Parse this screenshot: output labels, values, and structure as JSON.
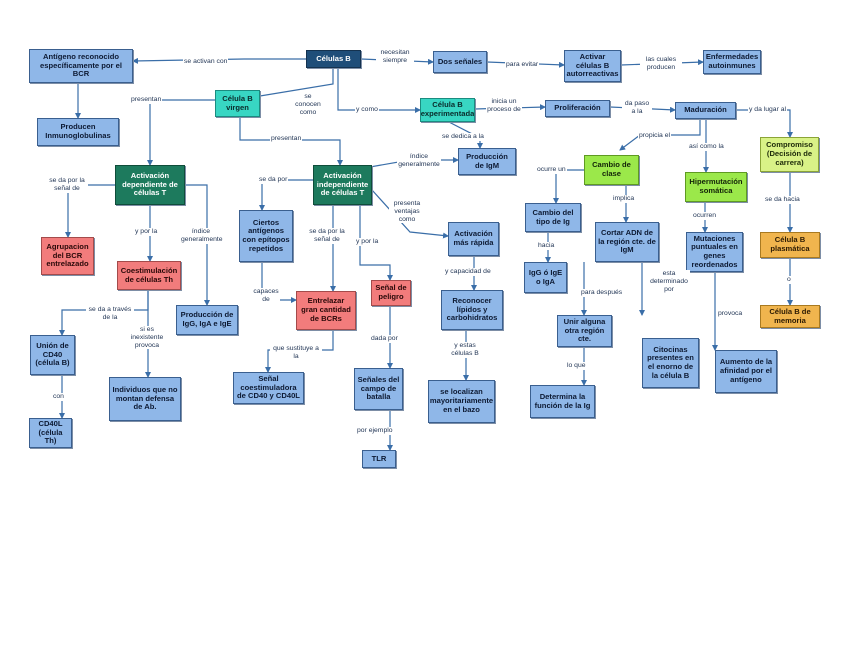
{
  "colors": {
    "line": "#3a6ea8",
    "blue": "#8fb7e8",
    "navy": "#1f4e79",
    "teal": "#38d6c3",
    "green": "#1d7a5d",
    "red": "#f27c7c",
    "lime": "#9be84a",
    "lime_light": "#d9f287",
    "orange": "#f0b54e"
  },
  "nodes": {
    "celulas_b": "Células B",
    "antigeno_reconocido": "Antígeno reconocido específicamente por el BCR",
    "dos_senales": "Dos señales",
    "activar_autorreactivas": "Activar células B autorreactivas",
    "enfermedades_autoinmunes": "Enfermedades autoinmunes",
    "producen_ig": "Producen Inmunoglobulinas",
    "celula_b_virgen": "Célula B virgen",
    "celula_b_experimentada": "Célula B experimentada",
    "proliferacion": "Proliferación",
    "maduracion": "Maduración",
    "compromiso": "Compromiso (Decisión de carrera)",
    "produccion_igm": "Producción de IgM",
    "activacion_dependiente": "Activación dependiente de células T",
    "activacion_independiente": "Activación independiente de células T",
    "cambio_de_clase": "Cambio de clase",
    "hipermutacion": "Hipermutación somática",
    "celula_b_plasmatica": "Célula B plasmática",
    "celula_b_memoria": "Célula B de memoria",
    "agrupacion_bcr": "Agrupacion del BCR entrelazado",
    "coestimulacion": "Coestimulación de células Th",
    "produccion_igg": "Producción de IgG, IgA e IgE",
    "ciertos_antigenos": "Ciertos antígenos con epítopos repetidos",
    "entrelazar": "Entrelazar gran cantidad de BCRs",
    "senal_peligro": "Señal de peligro",
    "activacion_rapida": "Activación más rápida",
    "cambio_tipo_ig": "Cambio del tipo de Ig",
    "cortar_adn": "Cortar ADN de la región cte. de IgM",
    "mutaciones": "Mutaciones puntuales en genes reordenados",
    "igg_ige_iga": "IgG ó IgE o IgA",
    "union_cd40": "Unión de CD40 (célula B)",
    "individuos": "Individuos que no montan defensa de Ab.",
    "senal_coestimuladora": "Señal coestimuladora de CD40 y CD40L",
    "senales_campo": "Señales del campo de batalla",
    "reconocer_lipidos": "Reconocer lípidos y carbohidratos",
    "unir_region": "Unir alguna otra región cte.",
    "citocinas": "Citocinas presentes en el enorno de la célula B",
    "aumento_afinidad": "Aumento de la afinidad por el antígeno",
    "cd40l": "CD40L (célula Th)",
    "tlr": "TLR",
    "mayoritariamente_bazo": "se localizan mayoritariamente en el bazo",
    "determina_funcion": "Determina la función de la Ig"
  },
  "labels": {
    "se_activan_con": "se activan con",
    "necesitan_siempre": "necesitan siempre",
    "para_evitar": "para evitar",
    "las_cuales_producen": "las cuales producen",
    "presentan": "presentan",
    "se_conocen_como": "se conocen como",
    "y_como": "y como",
    "inicia_un_proceso_de": "inicia un proceso de",
    "da_paso_a_la": "da paso a la",
    "y_da_lugar_al": "y da lugar al",
    "se_dedica_a_la": "se dedica a la",
    "presentan_2": "presentan",
    "indice_generalmente": "índice generalmente",
    "propicia_el": "propicia el",
    "asi_como_la": "así como la",
    "se_da_por_la_senal_de": "se da por la señal de",
    "y_por_la": "y por la",
    "indice_generalmente_2": "índice generalmente",
    "se_da_por": "se da por",
    "se_da_por_la_senal_de_2": "se da por la señal de",
    "y_por_la_2": "y por la",
    "presenta_ventajas_como": "presenta ventajas como",
    "ocurre_un": "ocurre un",
    "implica": "implica",
    "ocurren": "ocurren",
    "se_da_hacia": "se da hacia",
    "o": "o",
    "hacia": "hacia",
    "y_capacidad_de": "y capacidad de",
    "capaces_de": "capaces de",
    "se_da_a_traves_de_la": "se da a través de la",
    "si_es_inexistente_provoca": "si es inexistente provoca",
    "con": "con",
    "que_sustituye_a_la": "que sustituye a la",
    "dada_por": "dada por",
    "por_ejemplo": "por ejemplo",
    "y_estas_celulas_b": "y estas células B",
    "para_despues": "para después",
    "lo_que": "lo que",
    "esta_determinado_por": "esta determinado por",
    "provoca": "provoca"
  }
}
